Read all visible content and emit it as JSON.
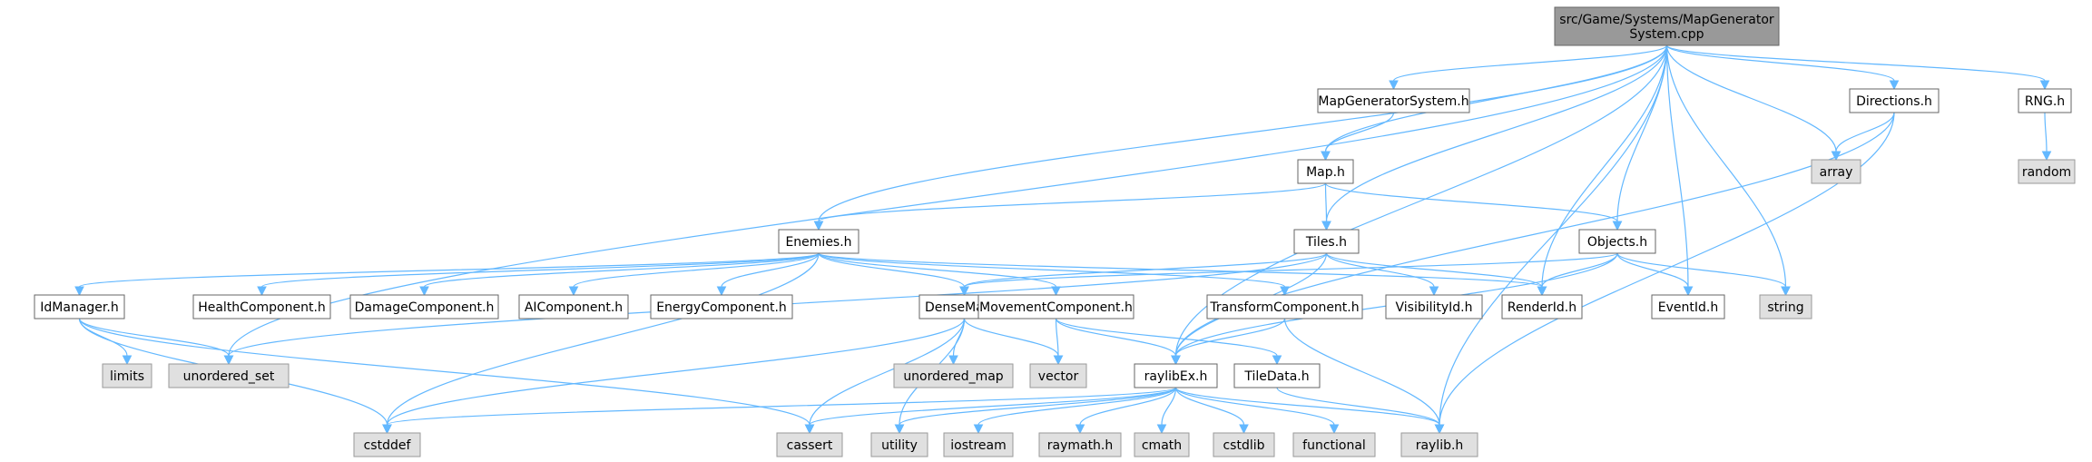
{
  "colors": {
    "edge": "#63b8ff",
    "root_fill": "#999999",
    "local_fill": "#ffffff",
    "system_fill": "#e0e0e0",
    "border": "#666666"
  },
  "nodes": [
    {
      "id": "root",
      "label": [
        "src/Game/Systems/MapGenerator",
        "System.cpp"
      ],
      "kind": "root"
    },
    {
      "id": "MapGeneratorSystemH",
      "label": [
        "MapGeneratorSystem.h"
      ],
      "kind": "local"
    },
    {
      "id": "MapH",
      "label": [
        "Map.h"
      ],
      "kind": "local"
    },
    {
      "id": "EnemiesH",
      "label": [
        "Enemies.h"
      ],
      "kind": "local"
    },
    {
      "id": "TilesH",
      "label": [
        "Tiles.h"
      ],
      "kind": "local"
    },
    {
      "id": "ObjectsH",
      "label": [
        "Objects.h"
      ],
      "kind": "local"
    },
    {
      "id": "DirectionsH",
      "label": [
        "Directions.h"
      ],
      "kind": "local"
    },
    {
      "id": "RNGH",
      "label": [
        "RNG.h"
      ],
      "kind": "local"
    },
    {
      "id": "array",
      "label": [
        "array"
      ],
      "kind": "system"
    },
    {
      "id": "random",
      "label": [
        "random"
      ],
      "kind": "system"
    },
    {
      "id": "IdManagerH",
      "label": [
        "IdManager.h"
      ],
      "kind": "local"
    },
    {
      "id": "HealthComponentH",
      "label": [
        "HealthComponent.h"
      ],
      "kind": "local"
    },
    {
      "id": "DamageComponentH",
      "label": [
        "DamageComponent.h"
      ],
      "kind": "local"
    },
    {
      "id": "AIComponentH",
      "label": [
        "AIComponent.h"
      ],
      "kind": "local"
    },
    {
      "id": "EnergyComponentH",
      "label": [
        "EnergyComponent.h"
      ],
      "kind": "local"
    },
    {
      "id": "DenseMapH",
      "label": [
        "DenseMap.h"
      ],
      "kind": "local"
    },
    {
      "id": "MovementComponentH",
      "label": [
        "MovementComponent.h"
      ],
      "kind": "local"
    },
    {
      "id": "TransformComponentH",
      "label": [
        "TransformComponent.h"
      ],
      "kind": "local"
    },
    {
      "id": "VisibilityIdH",
      "label": [
        "VisibilityId.h"
      ],
      "kind": "local"
    },
    {
      "id": "RenderIdH",
      "label": [
        "RenderId.h"
      ],
      "kind": "local"
    },
    {
      "id": "EventIdH",
      "label": [
        "EventId.h"
      ],
      "kind": "local"
    },
    {
      "id": "string",
      "label": [
        "string"
      ],
      "kind": "system"
    },
    {
      "id": "limits",
      "label": [
        "limits"
      ],
      "kind": "system"
    },
    {
      "id": "unordered_set",
      "label": [
        "unordered_set"
      ],
      "kind": "system"
    },
    {
      "id": "unordered_map",
      "label": [
        "unordered_map"
      ],
      "kind": "system"
    },
    {
      "id": "vector",
      "label": [
        "vector"
      ],
      "kind": "system"
    },
    {
      "id": "raylibExH",
      "label": [
        "raylibEx.h"
      ],
      "kind": "local"
    },
    {
      "id": "TileDataH",
      "label": [
        "TileData.h"
      ],
      "kind": "local"
    },
    {
      "id": "cstddef",
      "label": [
        "cstddef"
      ],
      "kind": "system"
    },
    {
      "id": "cassert",
      "label": [
        "cassert"
      ],
      "kind": "system"
    },
    {
      "id": "utility",
      "label": [
        "utility"
      ],
      "kind": "system"
    },
    {
      "id": "iostream",
      "label": [
        "iostream"
      ],
      "kind": "system"
    },
    {
      "id": "raymathH",
      "label": [
        "raymath.h"
      ],
      "kind": "system"
    },
    {
      "id": "cmath",
      "label": [
        "cmath"
      ],
      "kind": "system"
    },
    {
      "id": "cstdlib",
      "label": [
        "cstdlib"
      ],
      "kind": "system"
    },
    {
      "id": "functional",
      "label": [
        "functional"
      ],
      "kind": "system"
    },
    {
      "id": "raylibH",
      "label": [
        "raylib.h"
      ],
      "kind": "system"
    }
  ],
  "edges": [
    [
      "root",
      "unordered_set"
    ],
    [
      "root",
      "EnemiesH"
    ],
    [
      "root",
      "MapH"
    ],
    [
      "root",
      "MapGeneratorSystemH"
    ],
    [
      "root",
      "TilesH"
    ],
    [
      "root",
      "RenderIdH"
    ],
    [
      "root",
      "ObjectsH"
    ],
    [
      "root",
      "EventIdH"
    ],
    [
      "root",
      "string"
    ],
    [
      "root",
      "raylibExH"
    ],
    [
      "root",
      "array"
    ],
    [
      "root",
      "DirectionsH"
    ],
    [
      "root",
      "raylibH"
    ],
    [
      "root",
      "RNGH"
    ],
    [
      "MapGeneratorSystemH",
      "MapH"
    ],
    [
      "MapH",
      "EnemiesH"
    ],
    [
      "MapH",
      "TilesH"
    ],
    [
      "MapH",
      "ObjectsH"
    ],
    [
      "DirectionsH",
      "array"
    ],
    [
      "DirectionsH",
      "raylibExH"
    ],
    [
      "DirectionsH",
      "raylibH"
    ],
    [
      "RNGH",
      "random"
    ],
    [
      "EnemiesH",
      "cstddef"
    ],
    [
      "EnemiesH",
      "IdManagerH"
    ],
    [
      "EnemiesH",
      "HealthComponentH"
    ],
    [
      "EnemiesH",
      "DamageComponentH"
    ],
    [
      "EnemiesH",
      "AIComponentH"
    ],
    [
      "EnemiesH",
      "EnergyComponentH"
    ],
    [
      "EnemiesH",
      "DenseMapH"
    ],
    [
      "EnemiesH",
      "MovementComponentH"
    ],
    [
      "EnemiesH",
      "TransformComponentH"
    ],
    [
      "EnemiesH",
      "RenderIdH"
    ],
    [
      "TilesH",
      "unordered_set"
    ],
    [
      "TilesH",
      "DenseMapH"
    ],
    [
      "TilesH",
      "VisibilityIdH"
    ],
    [
      "TilesH",
      "RenderIdH"
    ],
    [
      "TilesH",
      "raylibExH"
    ],
    [
      "ObjectsH",
      "DenseMapH"
    ],
    [
      "ObjectsH",
      "RenderIdH"
    ],
    [
      "ObjectsH",
      "EventIdH"
    ],
    [
      "ObjectsH",
      "string"
    ],
    [
      "ObjectsH",
      "raylibExH"
    ],
    [
      "IdManagerH",
      "limits"
    ],
    [
      "IdManagerH",
      "unordered_set"
    ],
    [
      "IdManagerH",
      "cstddef"
    ],
    [
      "IdManagerH",
      "cassert"
    ],
    [
      "DenseMapH",
      "unordered_map"
    ],
    [
      "DenseMapH",
      "vector"
    ],
    [
      "DenseMapH",
      "cstddef"
    ],
    [
      "DenseMapH",
      "cassert"
    ],
    [
      "DenseMapH",
      "utility"
    ],
    [
      "MovementComponentH",
      "vector"
    ],
    [
      "MovementComponentH",
      "raylibExH"
    ],
    [
      "MovementComponentH",
      "TileDataH"
    ],
    [
      "TransformComponentH",
      "raylibExH"
    ],
    [
      "TransformComponentH",
      "raylibH"
    ],
    [
      "TileDataH",
      "raylibH"
    ],
    [
      "raylibExH",
      "cstddef"
    ],
    [
      "raylibExH",
      "cassert"
    ],
    [
      "raylibExH",
      "utility"
    ],
    [
      "raylibExH",
      "iostream"
    ],
    [
      "raylibExH",
      "raymathH"
    ],
    [
      "raylibExH",
      "cmath"
    ],
    [
      "raylibExH",
      "cstdlib"
    ],
    [
      "raylibExH",
      "functional"
    ],
    [
      "raylibExH",
      "raylibH"
    ]
  ]
}
